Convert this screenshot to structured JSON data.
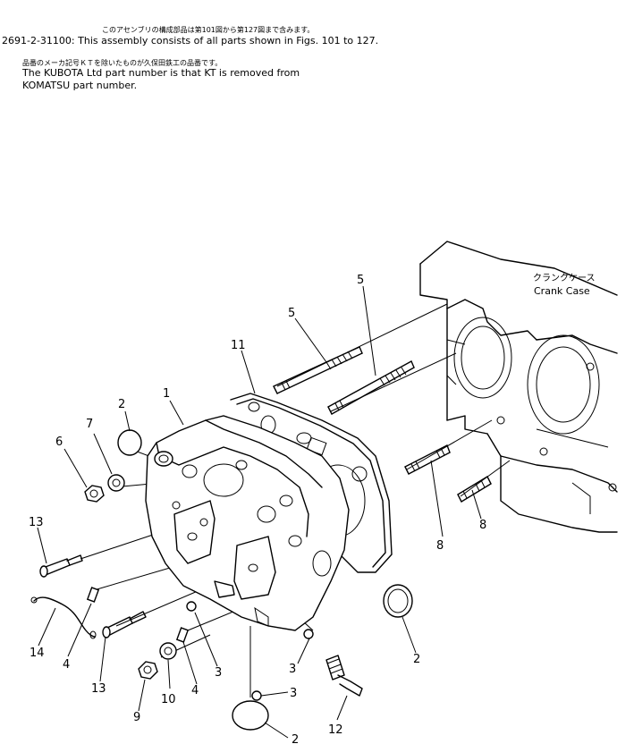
{
  "header": {
    "line1_jp": "このアセンブリの構成部品は第101図から第127図まで含みます。",
    "line1_en": "2691-2-31100: This assembly consists of all parts shown in Figs. 101 to 127.",
    "line2_jp": "品番のメーカ記号ＫＴを除いたものが久保田鉄工の品番です。",
    "line2_en": "The KUBOTA Ltd part number is that KT is removed from",
    "line3_en": "KOMATSU part number."
  },
  "crank_case": {
    "jp": "クランクケース",
    "en": "Crank Case"
  },
  "callouts": {
    "c1": "1",
    "c2a": "2",
    "c2b": "2",
    "c2c": "2",
    "c3a": "3",
    "c3b": "3",
    "c3c": "3",
    "c4a": "4",
    "c4b": "4",
    "c5a": "5",
    "c5b": "5",
    "c6": "6",
    "c7": "7",
    "c8a": "8",
    "c8b": "8",
    "c9": "9",
    "c10": "10",
    "c11": "11",
    "c12": "12",
    "c13a": "13",
    "c13b": "13",
    "c14": "14"
  }
}
